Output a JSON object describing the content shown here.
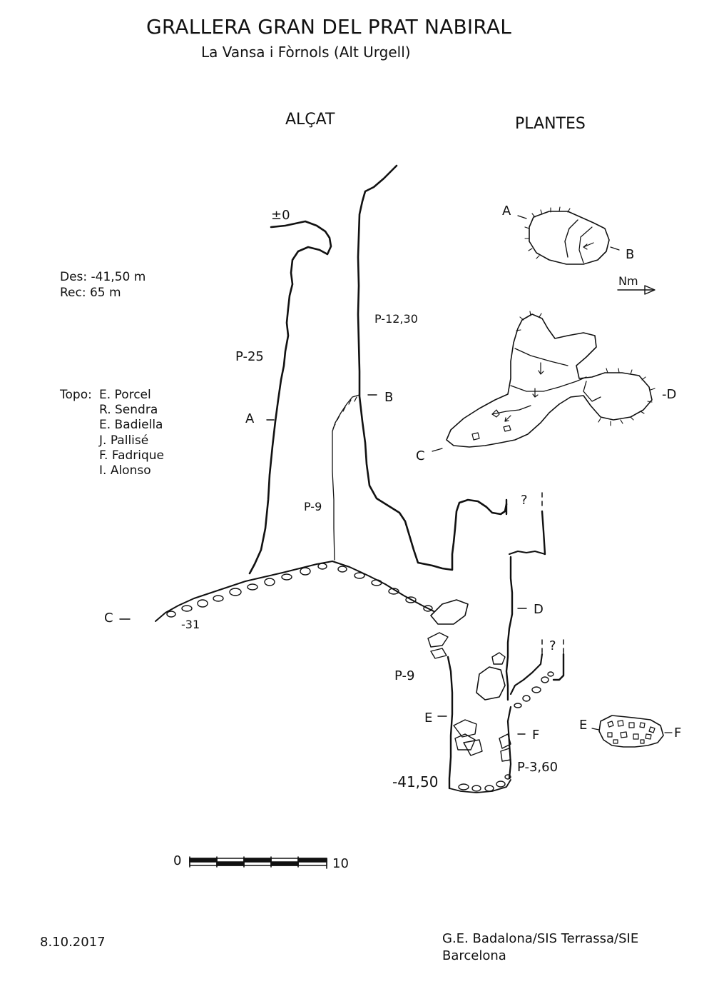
{
  "header": {
    "title": "GRALLERA GRAN DEL PRAT NABIRAL",
    "subtitle": "La Vansa i Fòrnols (Alt Urgell)"
  },
  "sections": {
    "elevation": "ALÇAT",
    "plans": "PLANTES"
  },
  "stats": {
    "depth": "Des: -41,50 m",
    "length": "Rec:  65 m"
  },
  "topo": {
    "label": "Topo:",
    "names": [
      "E. Porcel",
      "R. Sendra",
      "E. Badiella",
      "J. Pallisé",
      "F. Fadrique",
      "I. Alonso"
    ]
  },
  "elevation_labels": {
    "zero": "±0",
    "pitch_25": "P-25",
    "pitch_12": "P-12,30",
    "pitch_9_upper": "P-9",
    "pitch_9_lower": "P-9",
    "pitch_3": "P-3,60",
    "depth_31": "-31",
    "depth_final": "-41,50",
    "question": "?"
  },
  "section_letters": {
    "a": "A",
    "b": "B",
    "c": "C",
    "d": "D",
    "e": "E",
    "f": "F"
  },
  "plan_labels": {
    "a": "A",
    "b": "B",
    "c": "C",
    "d": "-D",
    "e": "E",
    "f": "F",
    "north": "Nm"
  },
  "scale": {
    "start": "0",
    "end": "10"
  },
  "footer": {
    "date": "8.10.2017",
    "credit_line1": "G.E. Badalona/SIS Terrassa/SIE",
    "credit_line2": "Barcelona"
  }
}
